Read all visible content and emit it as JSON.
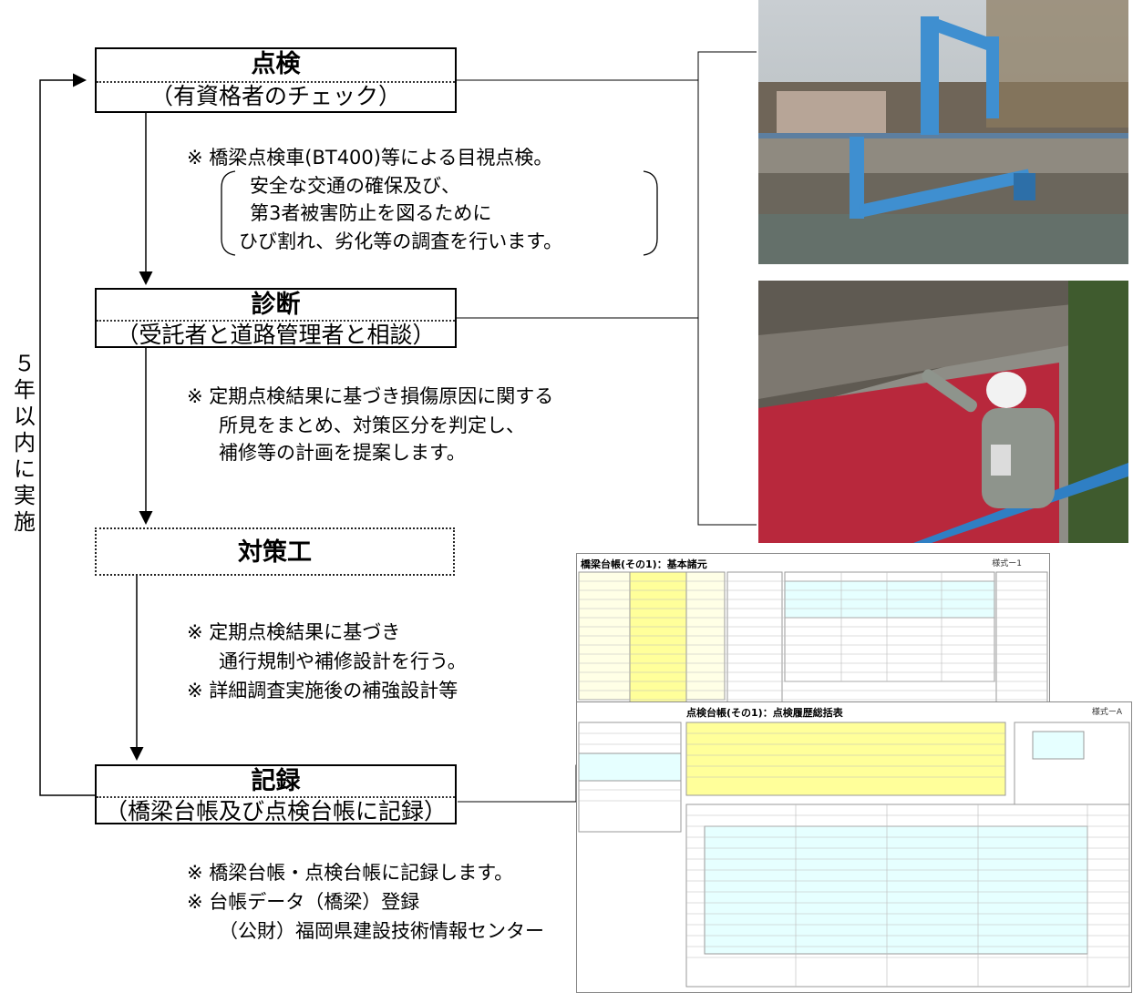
{
  "side_label": "５年以内に実施",
  "steps": [
    {
      "title": "点検",
      "subtitle": "（有資格者のチェック）"
    },
    {
      "title": "診断",
      "subtitle": "（受託者と道路管理者と相談）"
    },
    {
      "title": "対策工"
    },
    {
      "title": "記録",
      "subtitle": "（橋梁台帳及び点検台帳に記録）"
    }
  ],
  "notes": {
    "inspection": [
      "※ 橋梁点検車(BT400)等による目視点検。",
      "安全な交通の確保及び、",
      "第3者被害防止を図るために",
      "ひび割れ、劣化等の調査を行います。"
    ],
    "diagnosis": [
      "※ 定期点検結果に基づき損傷原因に関する",
      "所見をまとめ、対策区分を判定し、",
      "補修等の計画を提案します。"
    ],
    "countermeasure": [
      "※ 定期点検結果に基づき",
      "通行規制や補修設計を行う。",
      "※ 詳細調査実施後の補強設計等"
    ],
    "record": [
      "※ 橋梁台帳・点検台帳に記録します。",
      "※ 台帳データ（橋梁）登録",
      "（公財）福岡県建設技術情報センター"
    ]
  },
  "documents": {
    "ledger_title": "橋梁台帳(その1)：基本諸元",
    "ledger_form": "様式ー1",
    "inspection_title": "点検台帳(その1)：点検履歴総括表",
    "inspection_form": "様式ーA"
  }
}
